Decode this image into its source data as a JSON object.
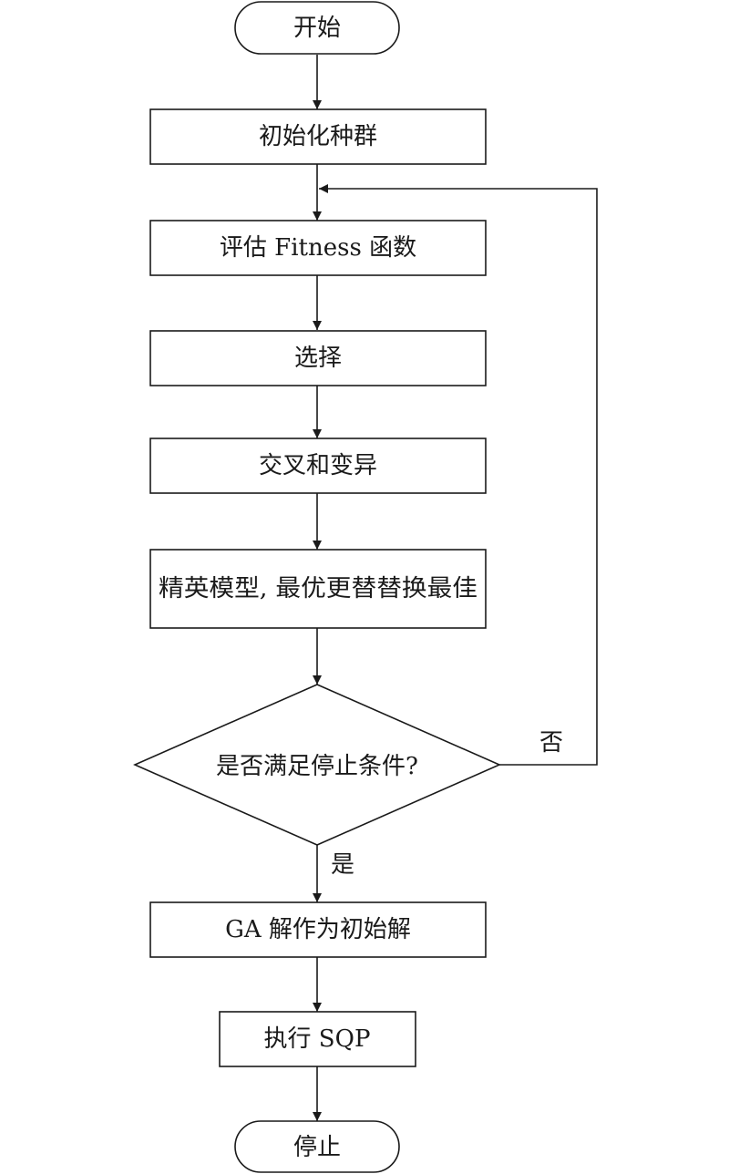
{
  "flowchart": {
    "start": "开始",
    "init_population": "初始化种群",
    "evaluate_fitness": "评估 Fitness 函数",
    "selection": "选择",
    "crossover_mutation": "交叉和变异",
    "elite_model": "精英模型, 最优更替替换最佳",
    "decision": "是否满足停止条件?",
    "label_no": "否",
    "label_yes": "是",
    "ga_solution": "GA 解作为初始解",
    "run_sqp": "执行 SQP",
    "stop": "停止"
  },
  "colors": {
    "stroke": "#1a1a1a",
    "fill": "#ffffff",
    "background": "#ffffff"
  }
}
